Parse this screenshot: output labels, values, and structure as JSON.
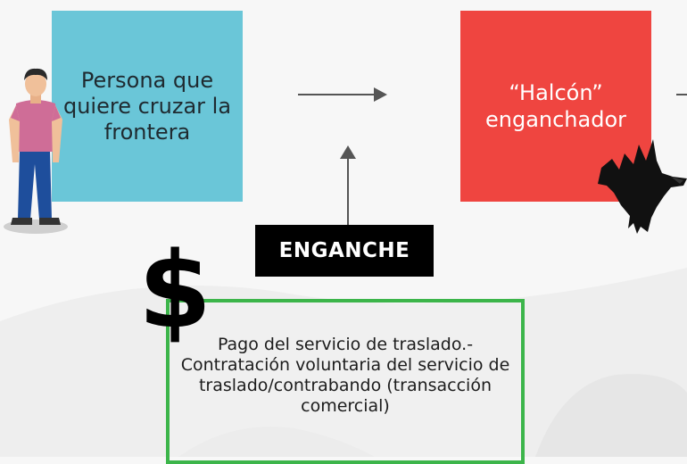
{
  "diagram": {
    "person_box": {
      "text": "Persona que quiere cruzar la frontera",
      "color": "#6ac6d8"
    },
    "halcon_box": {
      "text": "“Halcón” enganchador",
      "color": "#ef4540"
    },
    "enganche_label": {
      "text": "ENGANCHE"
    },
    "payment_box": {
      "text": "Pago del servicio de traslado.- Contratación voluntaria del servicio de traslado/contrabando (transacción comercial)",
      "border_color": "#3cb54a"
    },
    "dollar_symbol": "$",
    "arrows": [
      {
        "from": "person_box",
        "to": "halcon_box",
        "direction": "right"
      },
      {
        "from": "enganche_label",
        "to": "arrow-person-to-halcon",
        "direction": "up"
      },
      {
        "from": "halcon_box",
        "to": "offscreen",
        "direction": "right"
      }
    ],
    "icons": [
      "person-icon",
      "hawk-icon"
    ]
  }
}
